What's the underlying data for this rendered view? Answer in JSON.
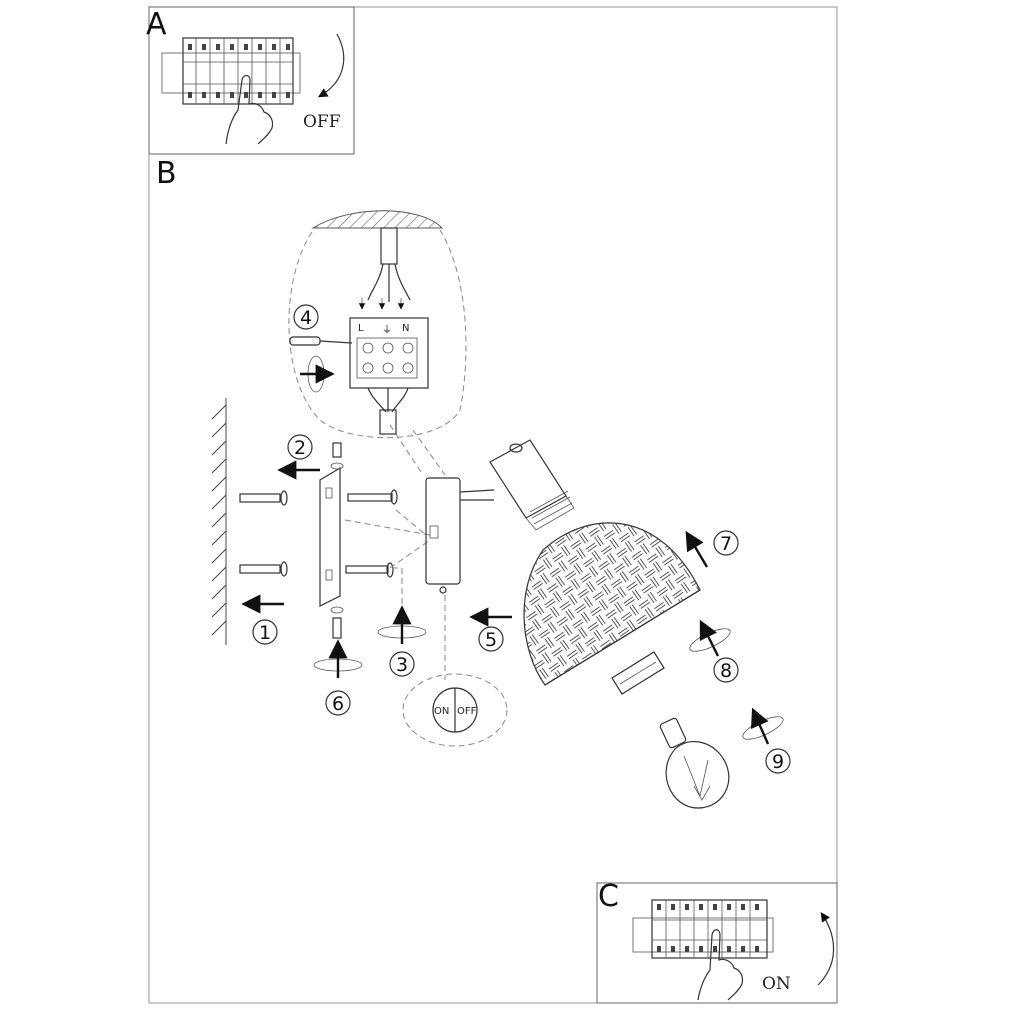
{
  "panels": {
    "a": {
      "letter": "A",
      "switch_label": "OFF"
    },
    "b": {
      "letter": "B"
    },
    "c": {
      "letter": "C",
      "switch_label": "ON"
    }
  },
  "terminal": {
    "live": "L",
    "neutral": "N",
    "earth_symbol": "⏚"
  },
  "switch_detail": {
    "on": "ON",
    "off": "OFF"
  },
  "steps": [
    "1",
    "2",
    "3",
    "4",
    "5",
    "6",
    "7",
    "8",
    "9"
  ]
}
